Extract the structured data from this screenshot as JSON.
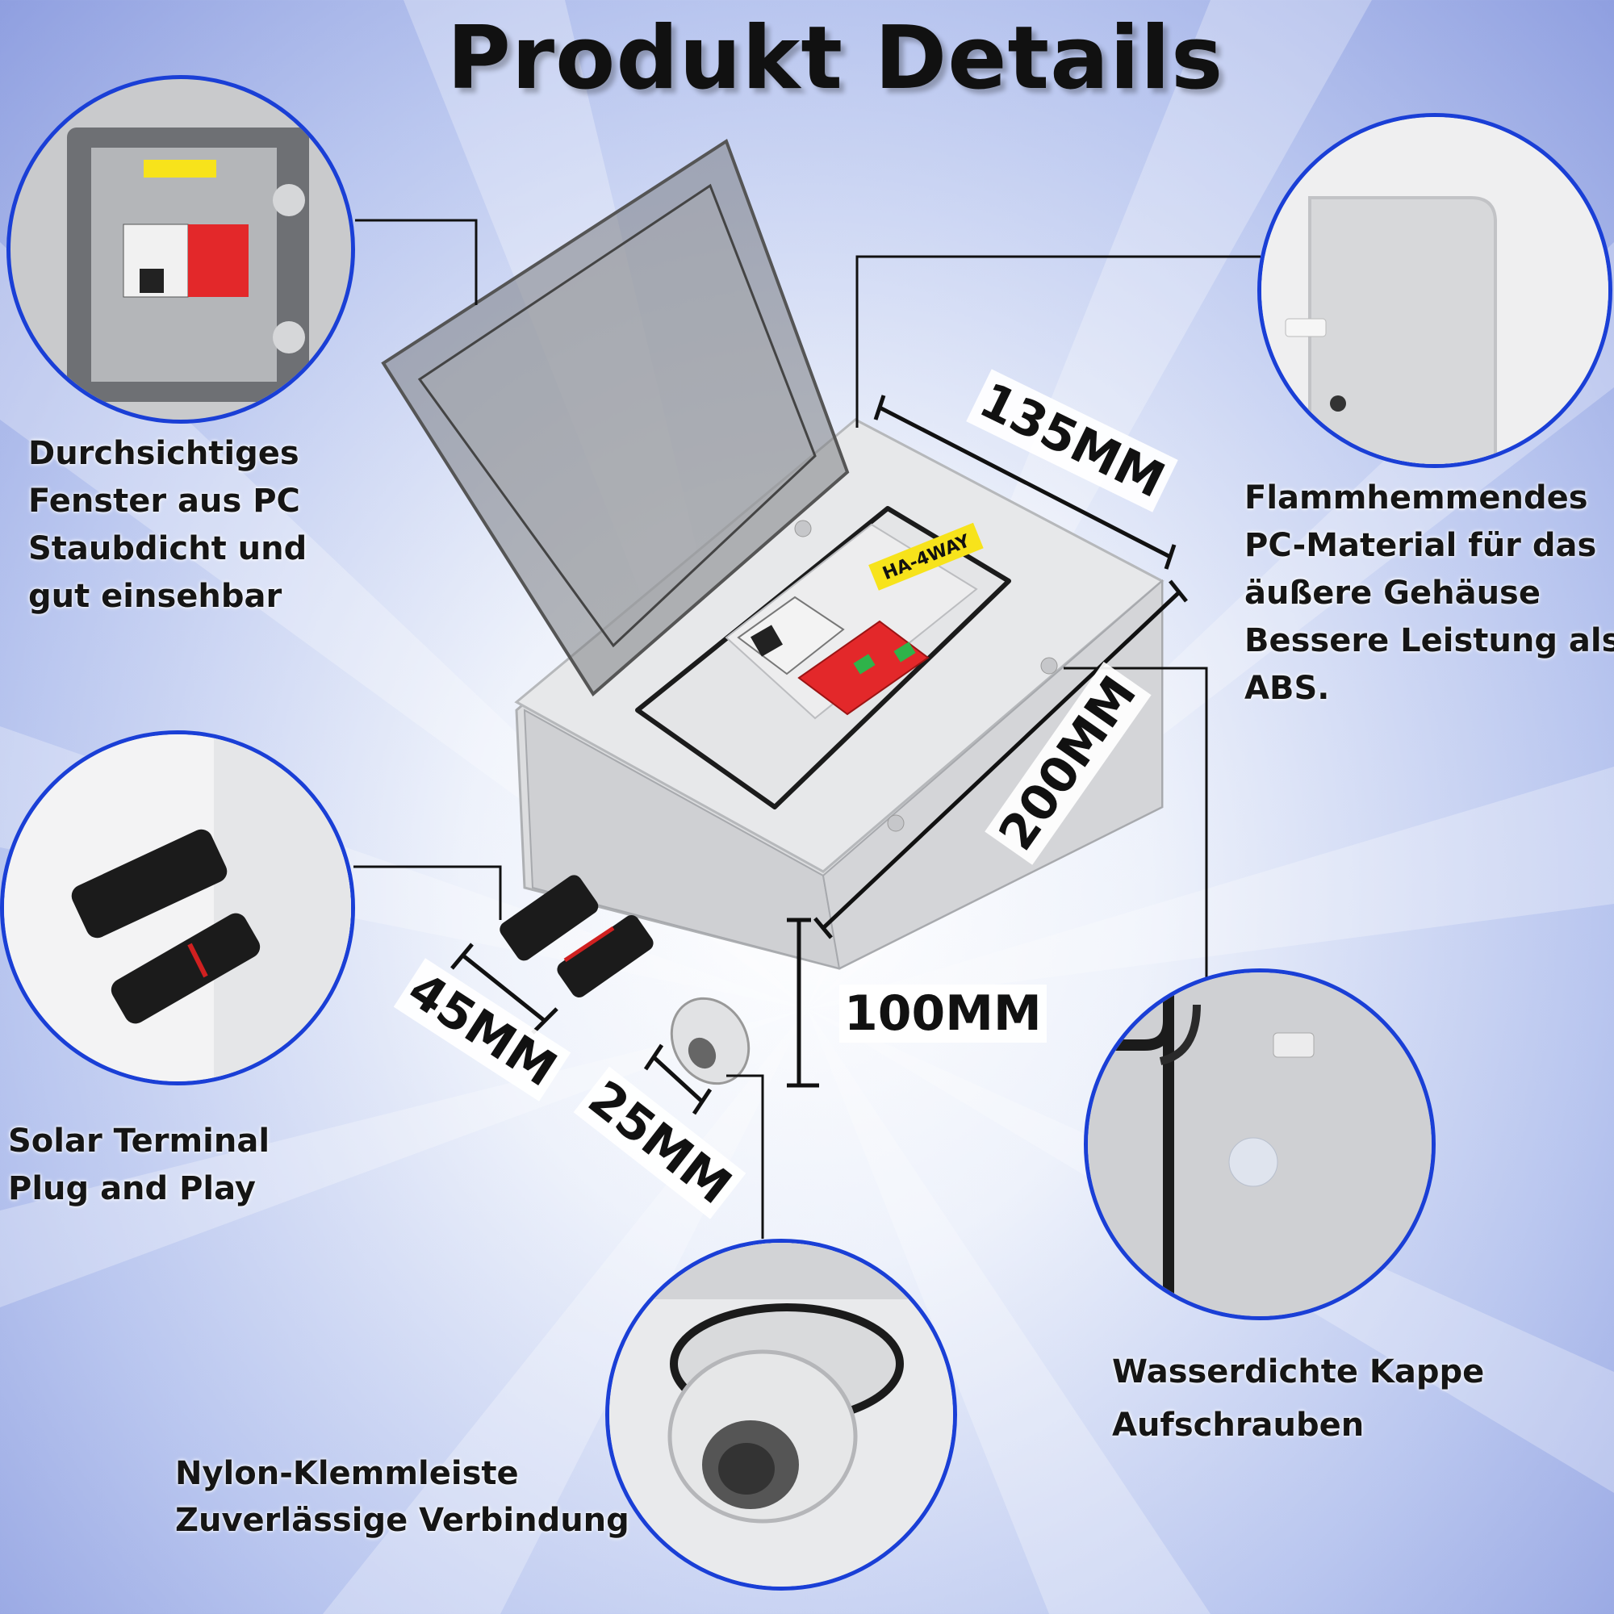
{
  "title": "Produkt Details",
  "colors": {
    "circle_border": "#1a3fd6",
    "breaker_red": "#e3282a",
    "label_yellow": "#f7e31b",
    "housing_grey": "#dcdddf"
  },
  "box_label": "HA-4WAY",
  "callouts": {
    "window": [
      "Durchsichtiges",
      "Fenster aus PC",
      "Staubdicht und",
      "gut einsehbar"
    ],
    "material": [
      "Flammhemmendes",
      "PC-Material für das",
      "äußere Gehäuse",
      "Bessere Leistung als",
      "ABS."
    ],
    "terminal": [
      "Solar Terminal",
      "Plug and Play"
    ],
    "cap": [
      "Wasserdichte Kappe",
      "Aufschrauben"
    ],
    "nylon": [
      "Nylon-Klemmleiste",
      "Zuverlässige Verbindung"
    ]
  },
  "dimensions": {
    "width": "135MM",
    "length": "200MM",
    "height": "100MM",
    "connector": "45MM",
    "gland": "25MM"
  }
}
